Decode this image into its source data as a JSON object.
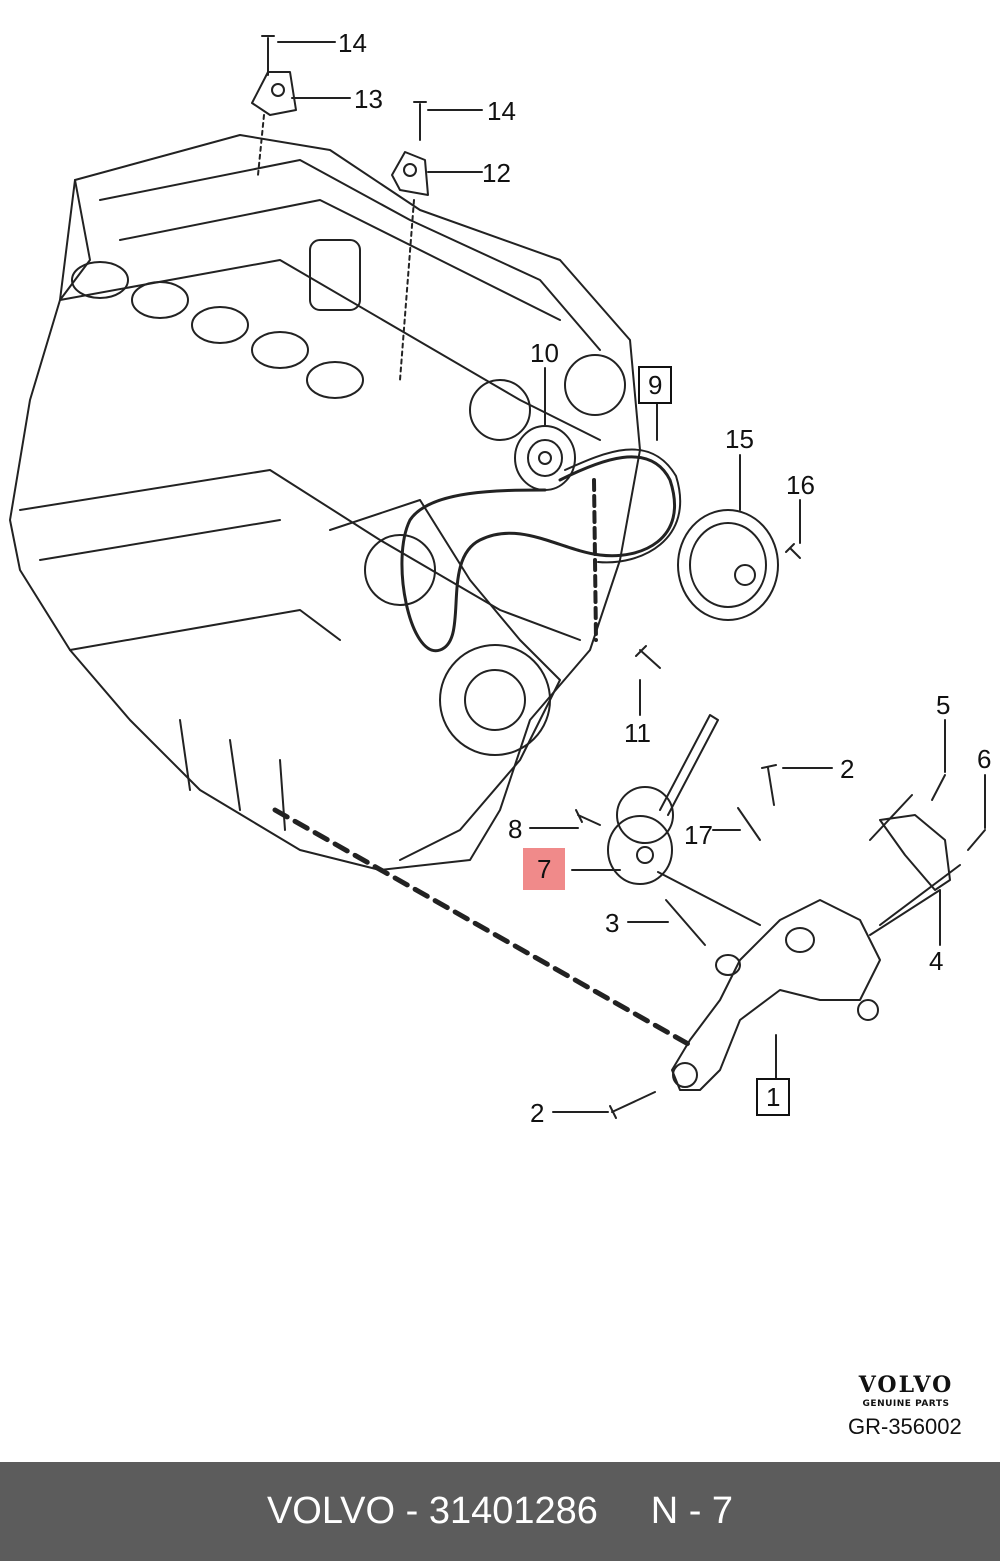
{
  "callouts": {
    "c14a": "14",
    "c13": "13",
    "c14b": "14",
    "c12": "12",
    "c10": "10",
    "c9": "9",
    "c15": "15",
    "c16": "16",
    "c11": "11",
    "c5": "5",
    "c2a": "2",
    "c6": "6",
    "c8": "8",
    "c17": "17",
    "c7": "7",
    "c3": "3",
    "c4": "4",
    "c1": "1",
    "c2b": "2"
  },
  "highlighted_part": "7",
  "logo": {
    "brand": "VOLVO",
    "tagline": "GENUINE PARTS"
  },
  "figure_code": "GR-356002",
  "footer": {
    "text": "VOLVO - 31401286     N - 7"
  },
  "colors": {
    "highlight": "#f08a8a",
    "footer_bg": "#5c5c5c",
    "line": "#111111"
  }
}
